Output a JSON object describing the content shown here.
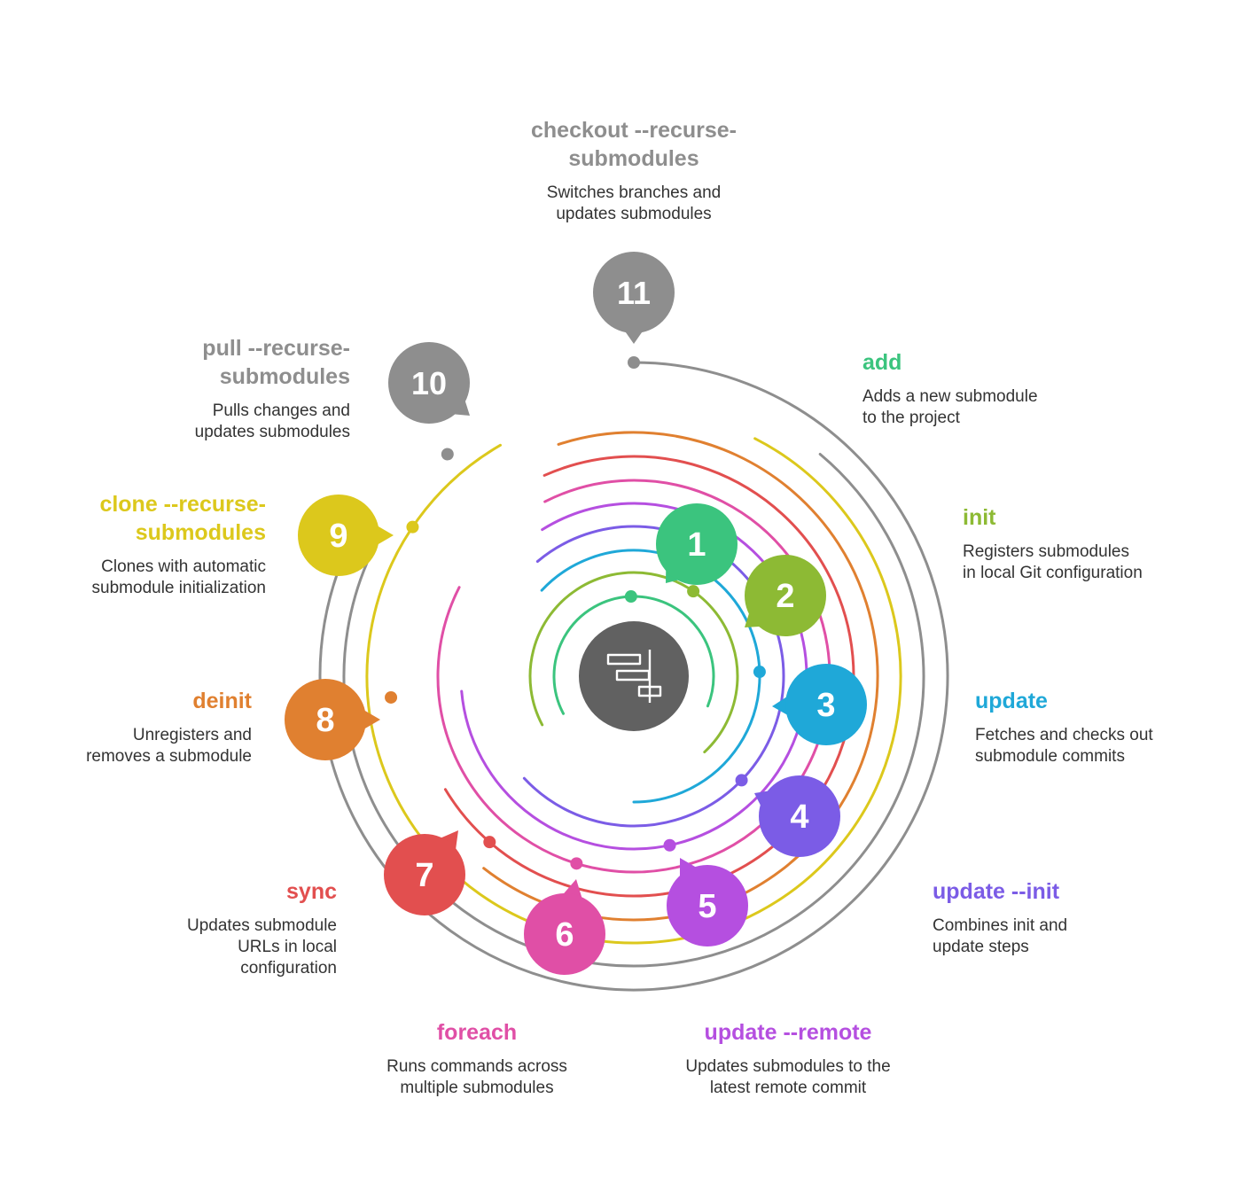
{
  "center": {
    "icon": "git-branch-structure-icon",
    "color": "#616161"
  },
  "steps": [
    {
      "num": "1",
      "title": "add",
      "desc": "Adds a new submodule\nto the project",
      "color": "#3BC47E"
    },
    {
      "num": "2",
      "title": "init",
      "desc": "Registers submodules\nin local Git configuration",
      "color": "#8DBA34"
    },
    {
      "num": "3",
      "title": "update",
      "desc": "Fetches and checks out\nsubmodule commits",
      "color": "#1FA8D8"
    },
    {
      "num": "4",
      "title": "update --init",
      "desc": "Combines init and\nupdate steps",
      "color": "#7B5CE6"
    },
    {
      "num": "5",
      "title": "update --remote",
      "desc": "Updates submodules to the\nlatest remote commit",
      "color": "#B54FE0"
    },
    {
      "num": "6",
      "title": "foreach",
      "desc": "Runs commands across\nmultiple submodules",
      "color": "#E04FA6"
    },
    {
      "num": "7",
      "title": "sync",
      "desc": "Updates submodule\nURLs in local\nconfiguration",
      "color": "#E24F4F"
    },
    {
      "num": "8",
      "title": "deinit",
      "desc": "Unregisters and\nremoves a submodule",
      "color": "#E08030"
    },
    {
      "num": "9",
      "title": "clone --recurse-\nsubmodules",
      "desc": "Clones with automatic\nsubmodule initialization",
      "color": "#DCC81C"
    },
    {
      "num": "10",
      "title": "pull --recurse-\nsubmodules",
      "desc": "Pulls changes and\nupdates submodules",
      "color": "#8E8E8E"
    },
    {
      "num": "11",
      "title": "checkout --recurse-\nsubmodules",
      "desc": "Switches branches and\nupdates submodules",
      "color": "#8E8E8E"
    }
  ]
}
